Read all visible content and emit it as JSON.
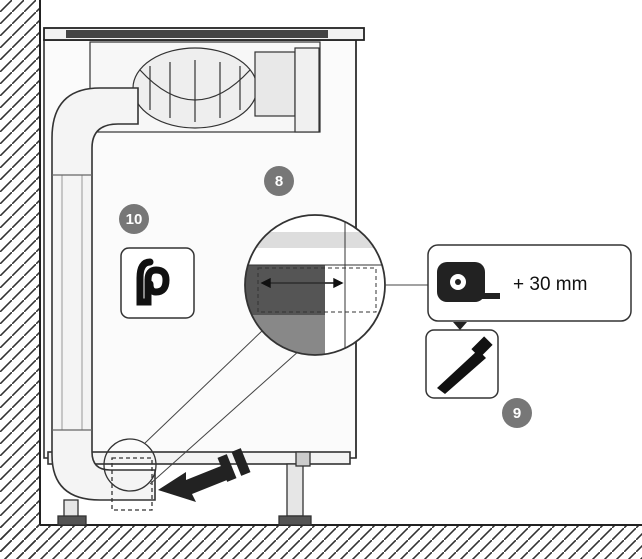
{
  "steps": {
    "step_8": "8",
    "step_9": "9",
    "step_10": "10"
  },
  "measurement": {
    "value_text": "+ 30 mm",
    "tool_icon": "tape-measure-icon"
  },
  "icons": {
    "tape_roll": "adhesive-tape-icon",
    "saw": "hand-saw-icon",
    "arrow": "insert-direction-arrow-icon"
  },
  "colors": {
    "step_badge": "#777777",
    "line": "#333333",
    "dark_fill": "#555555",
    "light_fill": "#dddddd"
  }
}
